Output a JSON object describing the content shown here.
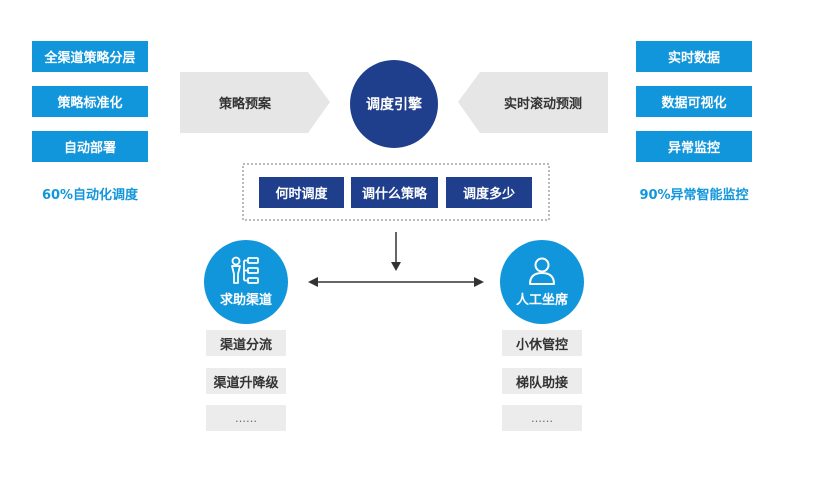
{
  "left": {
    "items": [
      "全渠道策略分层",
      "策略标准化",
      "自动部署"
    ],
    "metric": "60%自动化调度"
  },
  "right": {
    "items": [
      "实时数据",
      "数据可视化",
      "异常监控"
    ],
    "metric": "90%异常智能监控"
  },
  "center": {
    "left_arrow_label": "策略预案",
    "engine_label": "调度引擎",
    "right_arrow_label": "实时滚动预测",
    "questions": [
      "何时调度",
      "调什么策略",
      "调度多少"
    ]
  },
  "nodes": {
    "help_channel": {
      "label": "求助渠道",
      "items": [
        "渠道分流",
        "渠道升降级",
        "……"
      ]
    },
    "agent_seat": {
      "label": "人工坐席",
      "items": [
        "小休管控",
        "梯队助接",
        "……"
      ]
    }
  }
}
